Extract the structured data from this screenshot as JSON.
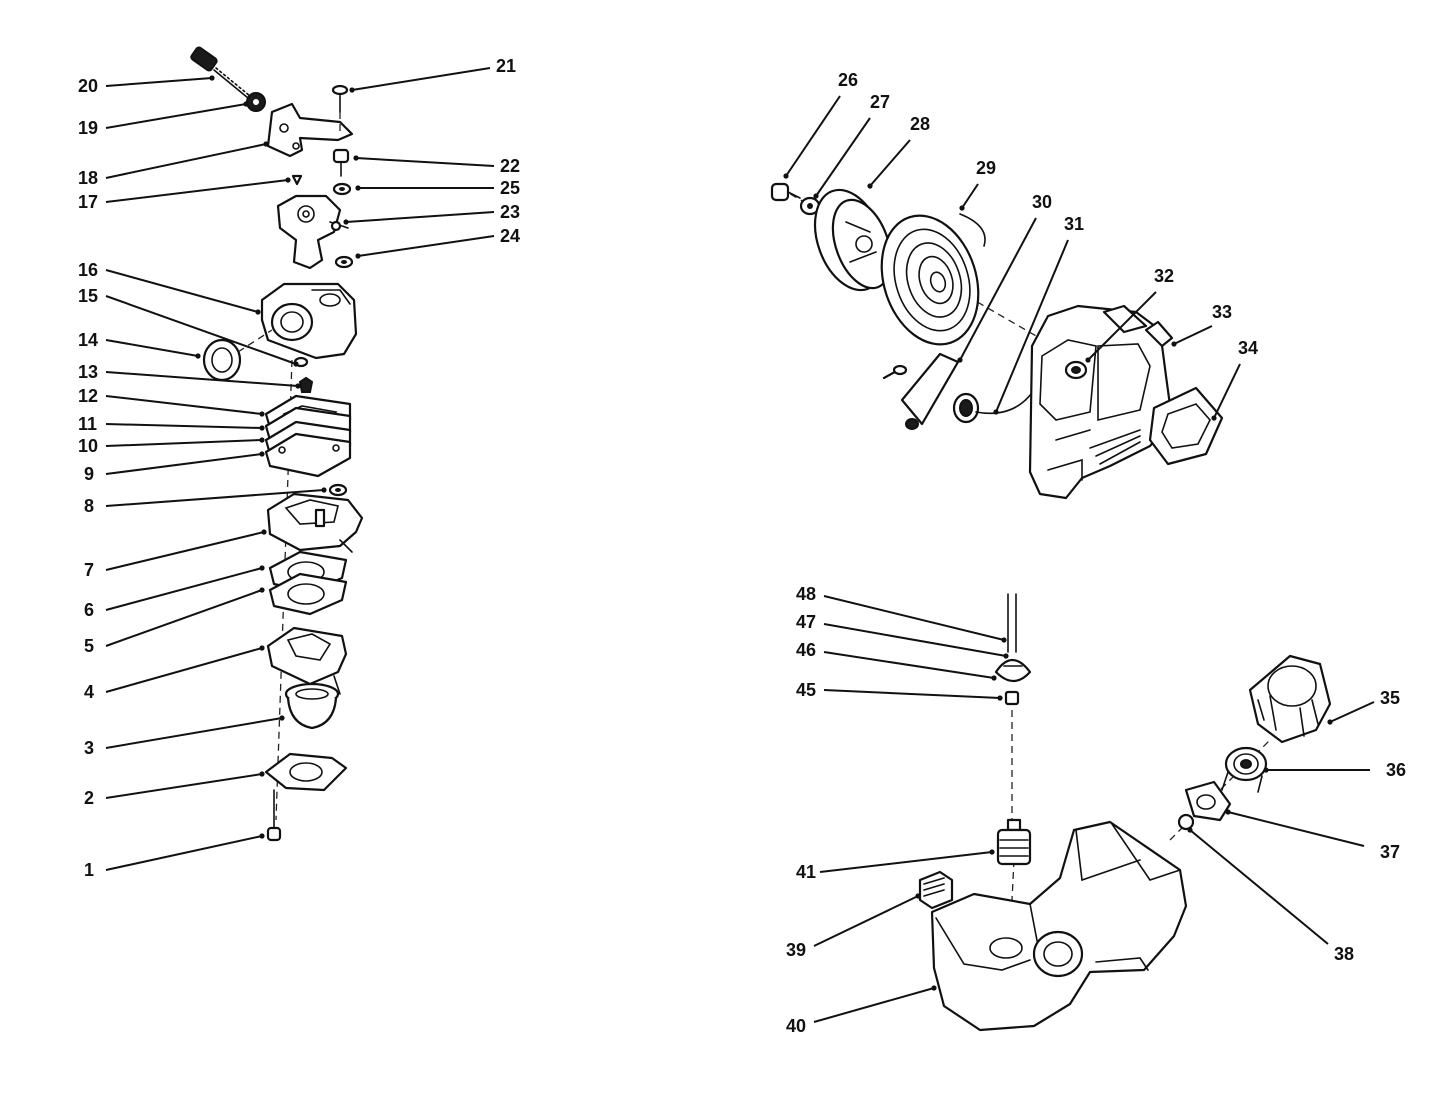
{
  "diagram": {
    "callouts": {
      "c1": "1",
      "c2": "2",
      "c3": "3",
      "c4": "4",
      "c5": "5",
      "c6": "6",
      "c7": "7",
      "c8": "8",
      "c9": "9",
      "c10": "10",
      "c11": "11",
      "c12": "12",
      "c13": "13",
      "c14": "14",
      "c15": "15",
      "c16": "16",
      "c17": "17",
      "c18": "18",
      "c19": "19",
      "c20": "20",
      "c21": "21",
      "c22": "22",
      "c23": "23",
      "c24": "24",
      "c25": "25",
      "c26": "26",
      "c27": "27",
      "c28": "28",
      "c29": "29",
      "c30": "30",
      "c31": "31",
      "c32": "32",
      "c33": "33",
      "c34": "34",
      "c35": "35",
      "c36": "36",
      "c37": "37",
      "c38": "38",
      "c39": "39",
      "c40": "40",
      "c41": "41",
      "c45": "45",
      "c46": "46",
      "c47": "47",
      "c48": "48"
    },
    "colors": {
      "ink": "#111111",
      "paper": "#ffffff"
    }
  }
}
